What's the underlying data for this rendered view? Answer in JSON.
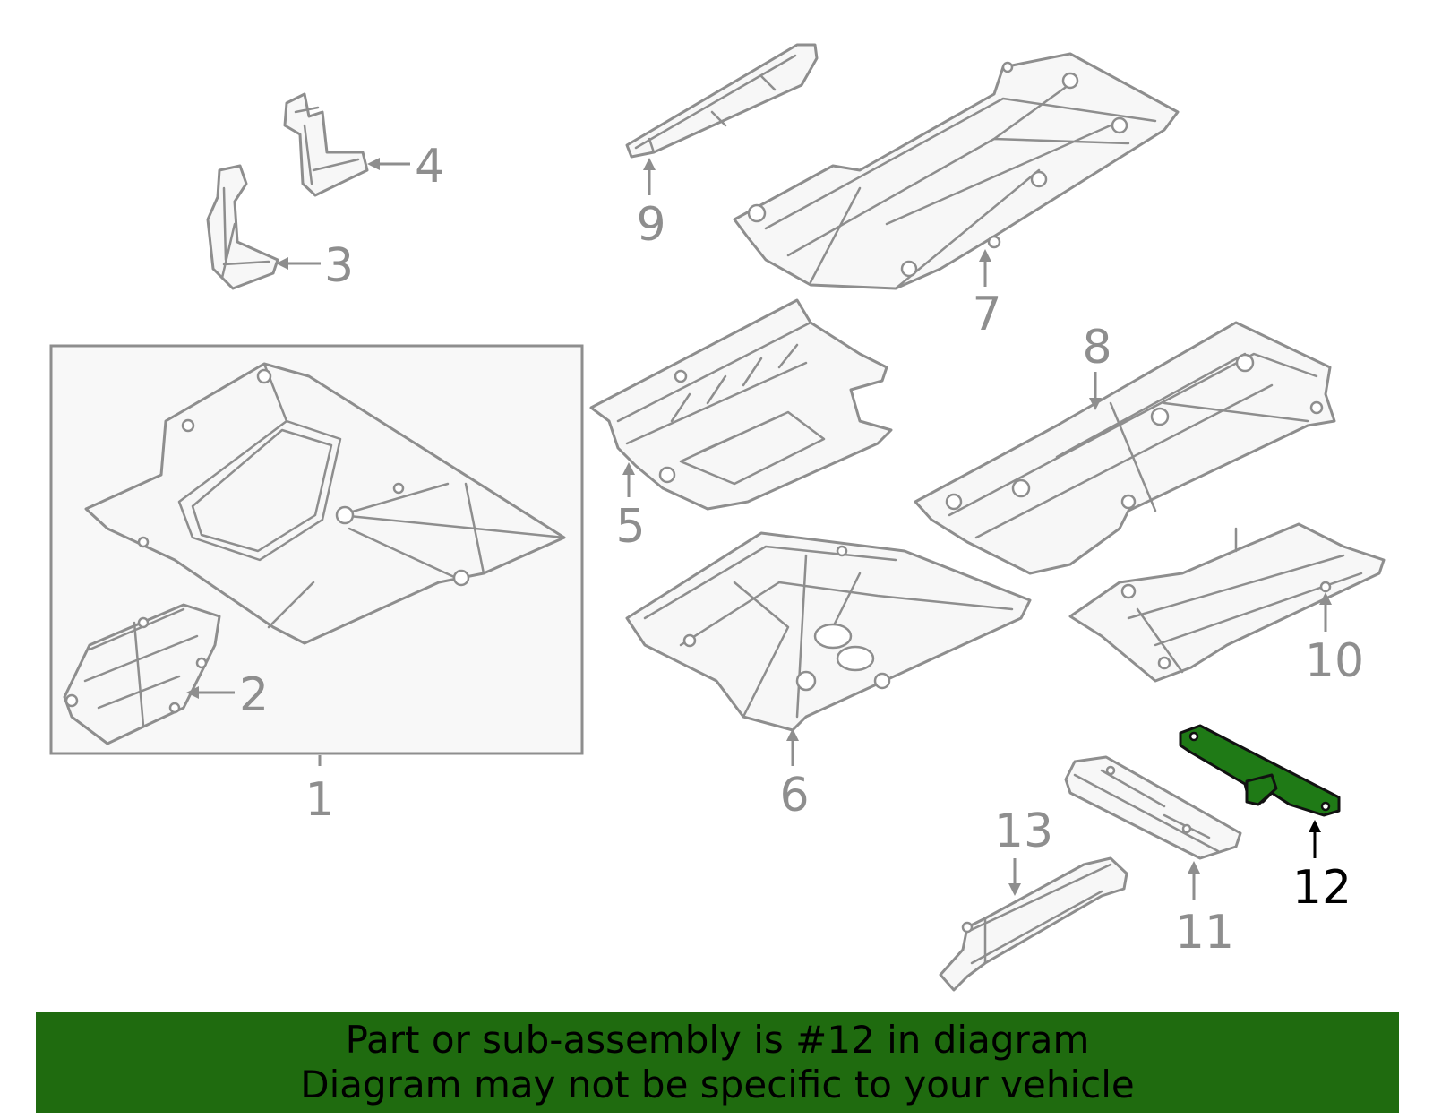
{
  "diagram": {
    "callouts": [
      {
        "id": "1",
        "label": "1"
      },
      {
        "id": "2",
        "label": "2"
      },
      {
        "id": "3",
        "label": "3"
      },
      {
        "id": "4",
        "label": "4"
      },
      {
        "id": "5",
        "label": "5"
      },
      {
        "id": "6",
        "label": "6"
      },
      {
        "id": "7",
        "label": "7"
      },
      {
        "id": "8",
        "label": "8"
      },
      {
        "id": "9",
        "label": "9"
      },
      {
        "id": "10",
        "label": "10"
      },
      {
        "id": "11",
        "label": "11"
      },
      {
        "id": "12",
        "label": "12"
      },
      {
        "id": "13",
        "label": "13"
      }
    ],
    "highlighted_part": "12"
  },
  "banner": {
    "line1": "Part or sub-assembly is #12 in diagram",
    "line2": "Diagram may not be specific to your vehicle"
  },
  "colors": {
    "banner_background": "#1f6b0f",
    "highlight_part": "#1f7a16",
    "line_art": "#8e8e8e",
    "highlight_text": "#000000"
  }
}
